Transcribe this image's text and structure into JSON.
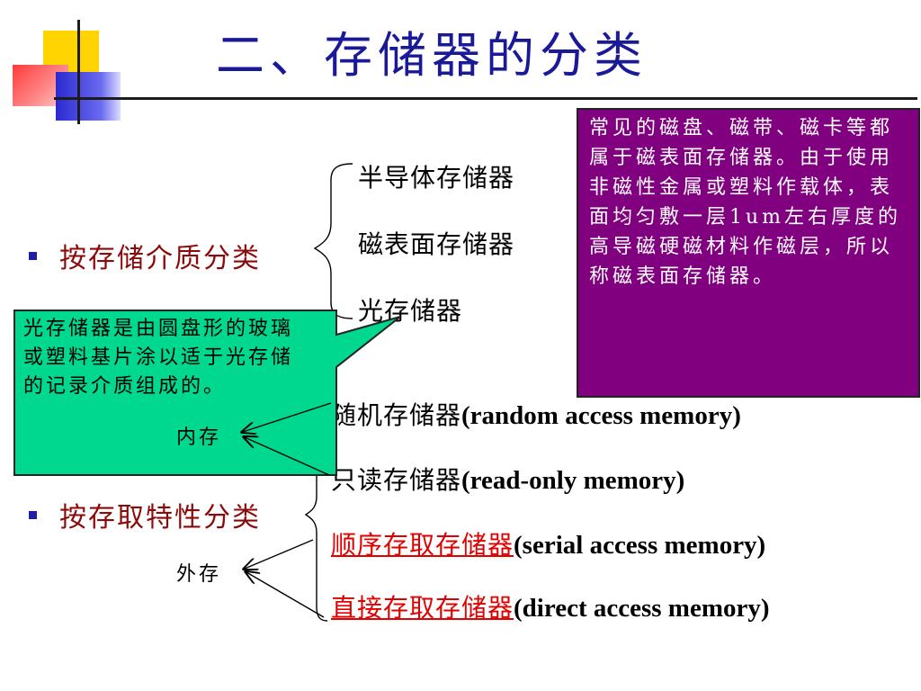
{
  "slide": {
    "title": "二、存储器的分类",
    "medium_classification": {
      "heading": "按存储介质分类",
      "items": [
        "半导体存储器",
        "磁表面存储器",
        "光存储器"
      ]
    },
    "access_classification": {
      "heading": "按存取特性分类",
      "items": [
        {
          "cn": "随机存储器",
          "en": "(random access memory)"
        },
        {
          "cn": "只读存储器",
          "en": "(read-only memory)"
        },
        {
          "cn": "顺序存取存储器",
          "en": "(serial access memory)"
        },
        {
          "cn": "直接存取存储器",
          "en": "(direct access memory)"
        }
      ],
      "internal_label": "内存",
      "external_label": "外存"
    },
    "magnetic_note": "常见的磁盘、磁带、磁卡等都属于磁表面存储器。由于使用非磁性金属或塑料作载体，表面均匀敷一层1um左右厚度的高导磁硬磁材料作磁层，所以称磁表面存储器。",
    "optical_note": "光存储器是由圆盘形的玻璃或塑料基片涂以适于光存储的记录介质组成的。"
  },
  "colors": {
    "title": "#1a1a99",
    "heading": "#8b0a0a",
    "highlight": "#e00000",
    "purple_box": "#800080",
    "green_box": "#00d890"
  }
}
